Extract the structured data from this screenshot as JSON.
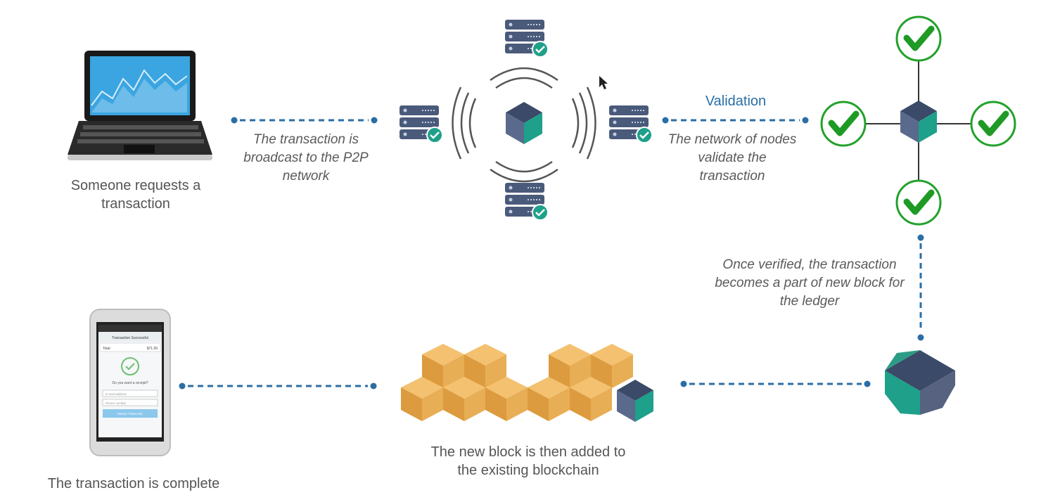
{
  "labels": {
    "request": "Someone requests a transaction",
    "broadcast": "The transaction is broadcast to the P2P network",
    "validation_title": "Validation",
    "validation": "The network of nodes validate the transaction",
    "verified": "Once verified, the transaction becomes a part of new block for the ledger",
    "added": "The new block is then added to the existing blockchain",
    "complete": "The transaction is complete"
  },
  "phone_screen": {
    "header": "Transaction Successful",
    "row_left": "Total",
    "row_right": "$71.99",
    "question": "Do you want a receipt?",
    "field1": "E-mail address",
    "field2": "Phone number",
    "button": "Return Ticket Info"
  },
  "colors": {
    "connector": "#2a6ea6",
    "check_green": "#22a12a",
    "cube_top": "#3b4a68",
    "cube_left": "#5a6a8c",
    "cube_right": "#1fa08a",
    "block_orange": "#e8a84a",
    "server_body": "#4a5a7a",
    "laptop_screen": "#3aa5e0"
  },
  "icons": [
    "laptop-icon",
    "server-icon",
    "cube-icon",
    "check-circle-icon",
    "phone-icon",
    "blockchain-icon",
    "cursor-icon"
  ]
}
